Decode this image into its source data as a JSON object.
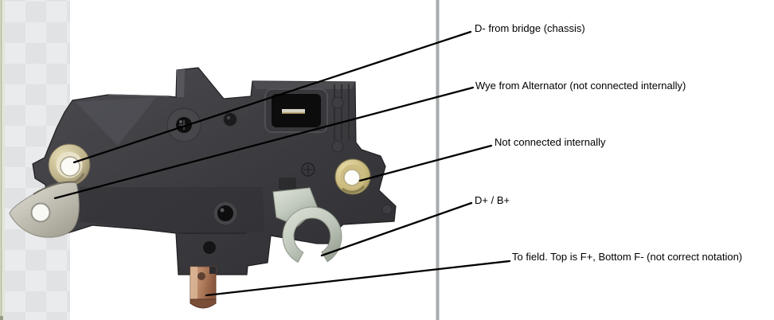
{
  "canvas": {
    "background": "#ffffff",
    "checker_light": "#e9ebed",
    "checker_dark": "#e0e2e4",
    "left_edge_strip": "#e1e5d7",
    "divider_color": "#a8abae",
    "annotation_line_color": "#000000",
    "label_text_color": "#000000"
  },
  "photo": {
    "subject": "Bosch-style alternator voltage regulator, rear view photo",
    "body_color": "#3b3b3f",
    "parts": [
      "upper-mounting-ring",
      "ground-eyelet",
      "spade-connector-socket",
      "b-plus-grommet-hole",
      "field-terminal-clip",
      "brush-terminal"
    ]
  },
  "annotations": {
    "labels": [
      {
        "text": "D- from bridge (chassis)",
        "target": "upper-mounting-ring"
      },
      {
        "text": "Wye from Alternator (not connected internally)",
        "target": "ground-eyelet"
      },
      {
        "text": "Not connected internally",
        "target": "b-plus-grommet-hole"
      },
      {
        "text": "D+ / B+",
        "target": "field-terminal-clip"
      },
      {
        "text": "To field. Top is F+, Bottom F- (not correct notation)",
        "target": "brush-terminal"
      }
    ]
  }
}
